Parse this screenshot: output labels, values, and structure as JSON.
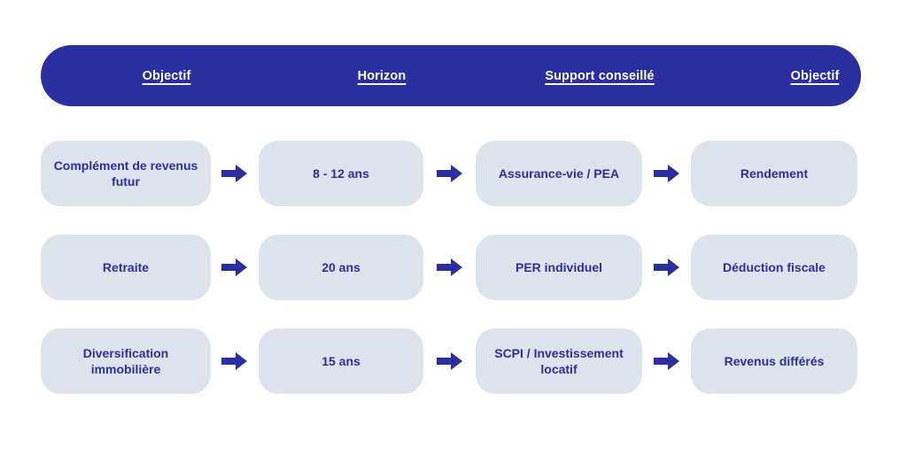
{
  "colors": {
    "brand": "#2A2E9E",
    "card_fill": "#DDE3EC",
    "background": "#FFFFFF",
    "header_text": "#FFFFFF"
  },
  "header": {
    "columns": [
      {
        "label": "Objectif"
      },
      {
        "label": "Horizon"
      },
      {
        "label": "Support conseillé"
      },
      {
        "label": "Objectif"
      }
    ]
  },
  "arrow": {
    "icon": "arrow-right-icon"
  },
  "rows": [
    {
      "cells": [
        {
          "label": "Complément de revenus futur"
        },
        {
          "label": "8 - 12 ans"
        },
        {
          "label": "Assurance-vie / PEA"
        },
        {
          "label": "Rendement"
        }
      ]
    },
    {
      "cells": [
        {
          "label": "Retraite"
        },
        {
          "label": "20 ans"
        },
        {
          "label": "PER individuel"
        },
        {
          "label": "Déduction fiscale"
        }
      ]
    },
    {
      "cells": [
        {
          "label": "Diversification immobilière"
        },
        {
          "label": "15 ans"
        },
        {
          "label": "SCPI / Investissement locatif"
        },
        {
          "label": "Revenus différés"
        }
      ]
    }
  ]
}
